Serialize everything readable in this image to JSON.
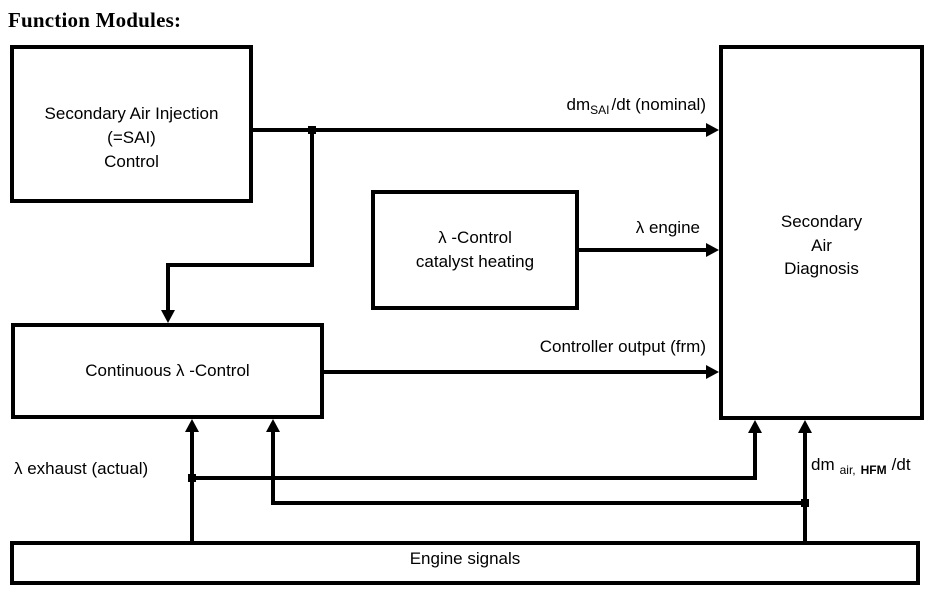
{
  "title": "Function Modules:",
  "boxes": {
    "sai_control": {
      "lines": [
        "Secondary Air Injection",
        "(=SAI)",
        "Control"
      ]
    },
    "catalyst_heating": {
      "lines": [
        "λ -Control",
        "catalyst heating"
      ]
    },
    "secondary_air_diagnosis": {
      "lines": [
        "Secondary",
        "Air",
        "Diagnosis"
      ]
    },
    "continuous_lambda_control": {
      "lines": [
        "Continuous λ -Control"
      ]
    },
    "engine_signals": {
      "lines": [
        "Engine signals"
      ]
    }
  },
  "signal_labels": {
    "sai_mass_flow": {
      "prefix": "dm",
      "subscript": "SAI",
      "suffix": "/dt (nominal)"
    },
    "lambda_engine": "λ engine",
    "controller_output": "Controller output (frm)",
    "lambda_exhaust": "λ exhaust (actual)",
    "air_mass_flow": {
      "prefix": "dm",
      "subscript_normal": "air,",
      "subscript_bold": "HFM",
      "suffix": "/dt"
    }
  },
  "colors": {
    "foreground": "#000000",
    "background": "#ffffff"
  }
}
